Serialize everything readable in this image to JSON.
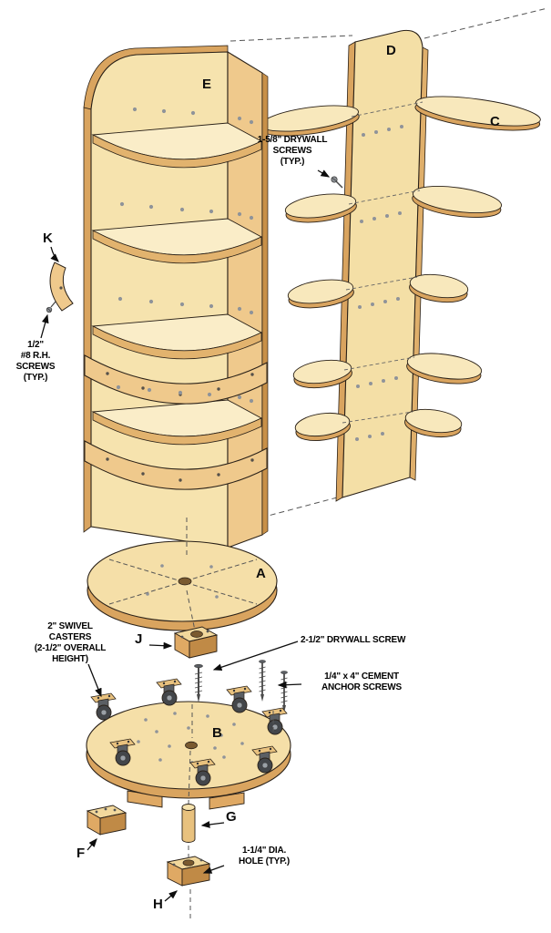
{
  "diagram": {
    "part_labels": {
      "a": "A",
      "b": "B",
      "c": "C",
      "d": "D",
      "e": "E",
      "f": "F",
      "g": "G",
      "h": "H",
      "j": "J",
      "k": "K"
    },
    "callouts": {
      "drywall_screws_158": "1-5/8\" DRYWALL\nSCREWS\n(TYP.)",
      "rh_screws": "1/2\"\n#8 R.H.\nSCREWS\n(TYP.)",
      "swivel_casters": "2\" SWIVEL\nCASTERS\n(2-1/2\" OVERALL\nHEIGHT)",
      "drywall_screw_25": "2-1/2\" DRYWALL SCREW",
      "anchor_screws": "1/4\" x 4\" CEMENT\nANCHOR SCREWS",
      "dia_hole": "1-1/4\" DIA.\nHOLE (TYP.)"
    },
    "colors": {
      "wood_light": "#F6E3AE",
      "wood_top": "#FAEDC8",
      "wood_medium": "#EFC98C",
      "wood_dark": "#D9A45F",
      "outline": "#2A2118"
    }
  }
}
